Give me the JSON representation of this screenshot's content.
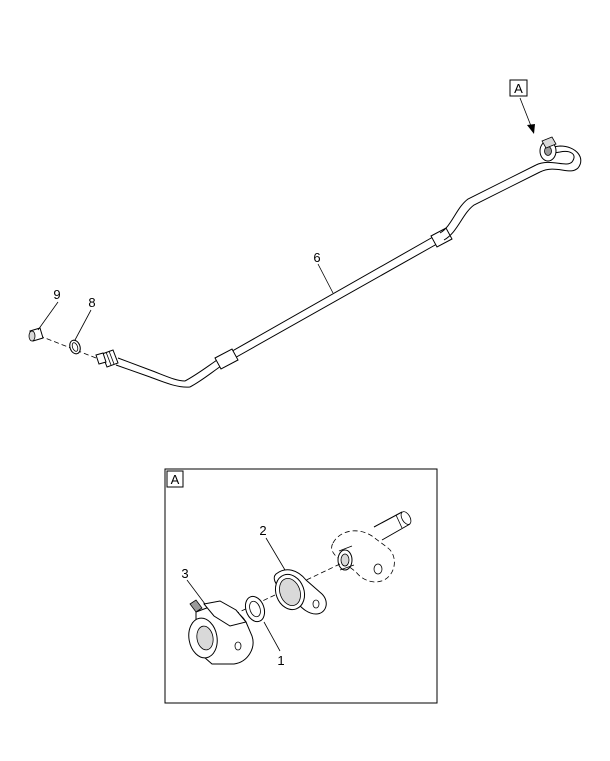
{
  "callouts": {
    "view_ref_top": "A",
    "view_ref_detail": "A",
    "part_1": "1",
    "part_2": "2",
    "part_3": "3",
    "part_6": "6",
    "part_8": "8",
    "part_9": "9"
  }
}
